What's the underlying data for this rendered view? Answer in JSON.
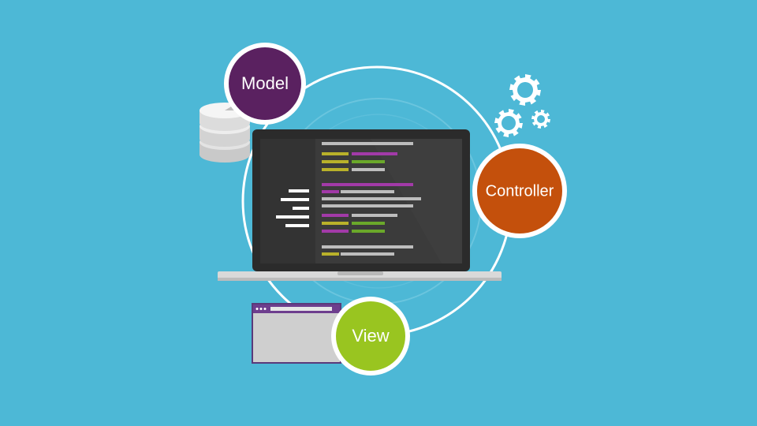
{
  "diagram": {
    "nodes": {
      "model": {
        "label": "Model",
        "color": "#5a2160"
      },
      "controller": {
        "label": "Controller",
        "color": "#c4500c"
      },
      "view": {
        "label": "View",
        "color": "#99c520"
      }
    }
  },
  "colors": {
    "background": "#4db8d6",
    "ring": "#ffffff",
    "laptop_bezel": "#2b2b2b",
    "laptop_screen": "#3a3a3a",
    "code_gray": "#bdbdbd",
    "code_purple": "#a23aa8",
    "code_yellow": "#b9b12a",
    "code_green": "#6aa82a"
  },
  "icons": [
    "database-icon",
    "gear-icon",
    "browser-window-icon",
    "laptop-icon"
  ]
}
